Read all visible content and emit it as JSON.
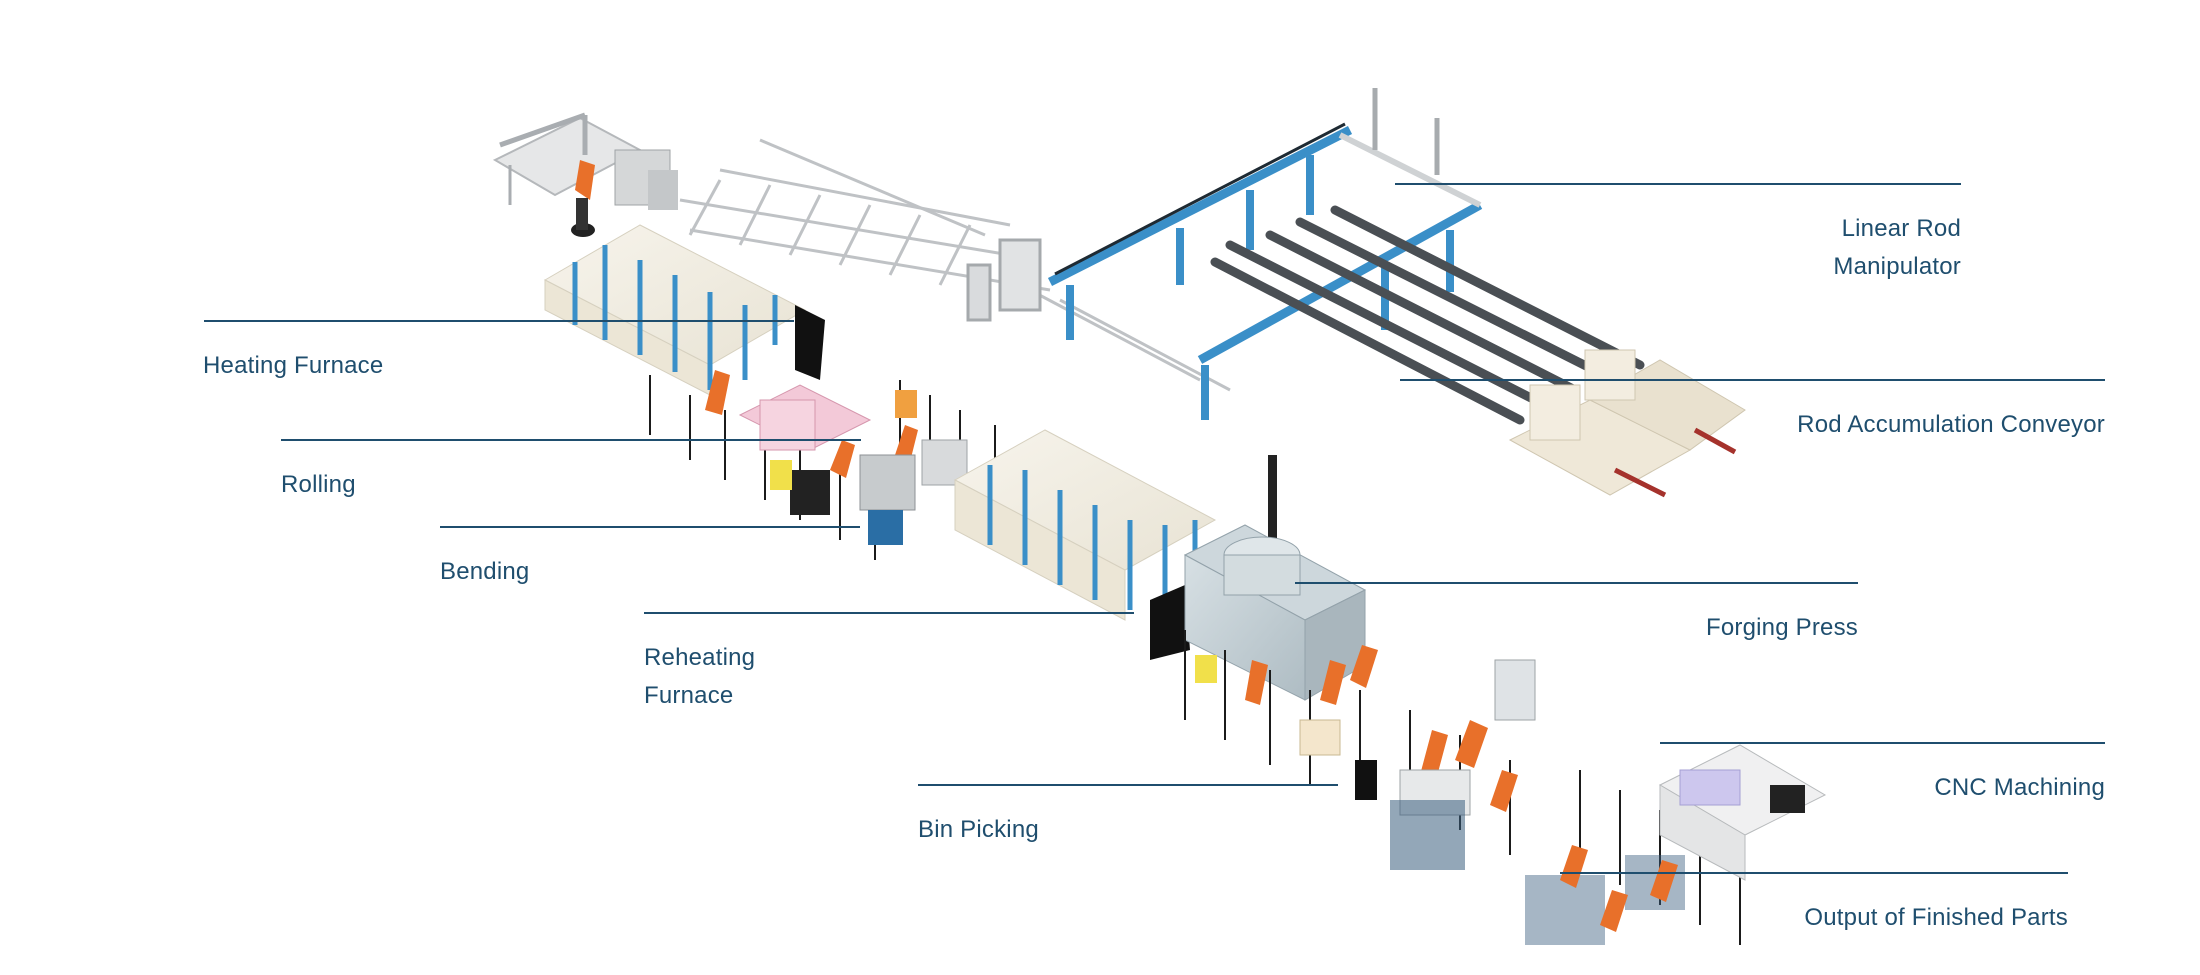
{
  "diagram": {
    "labels": {
      "heating_furnace": "Heating Furnace",
      "rolling": "Rolling",
      "bending": "Bending",
      "reheating_furnace": [
        "Reheating",
        "Furnace"
      ],
      "bin_picking": "Bin Picking",
      "linear_rod_manipulator": [
        "Linear Rod",
        "Manipulator"
      ],
      "rod_accumulation_conveyor": "Rod Accumulation Conveyor",
      "forging_press": "Forging Press",
      "cnc_machining": "CNC Machining",
      "output_of_finished_parts": "Output of Finished Parts"
    },
    "colors": {
      "label_text": "#1f4e6e",
      "leader_line": "#1f4e6e",
      "gantry_blue": "#3a8fc8",
      "furnace_body": "#f1ede2",
      "robot_orange": "#e8702a",
      "frame_grey": "#c9cccf",
      "fence_black": "#1b1b1b"
    }
  }
}
